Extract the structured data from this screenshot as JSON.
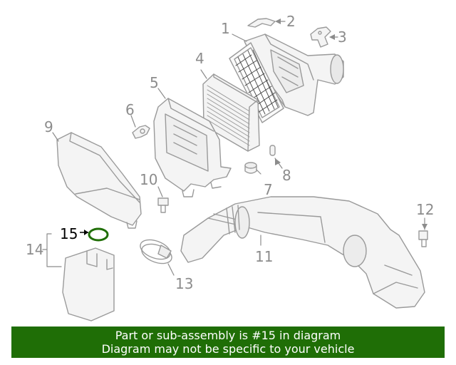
{
  "callouts": {
    "c1": "1",
    "c2": "2",
    "c3": "3",
    "c4": "4",
    "c5": "5",
    "c6": "6",
    "c7": "7",
    "c8": "8",
    "c9": "9",
    "c10": "10",
    "c11": "11",
    "c12": "12",
    "c13": "13",
    "c14": "14",
    "c15": "15"
  },
  "highlight": {
    "part": "15",
    "color": "#1f6e06"
  },
  "banner": {
    "line1": "Part or sub-assembly is #15 in diagram",
    "line2": "Diagram may not be specific to your vehicle",
    "background": "#1f6e06"
  }
}
